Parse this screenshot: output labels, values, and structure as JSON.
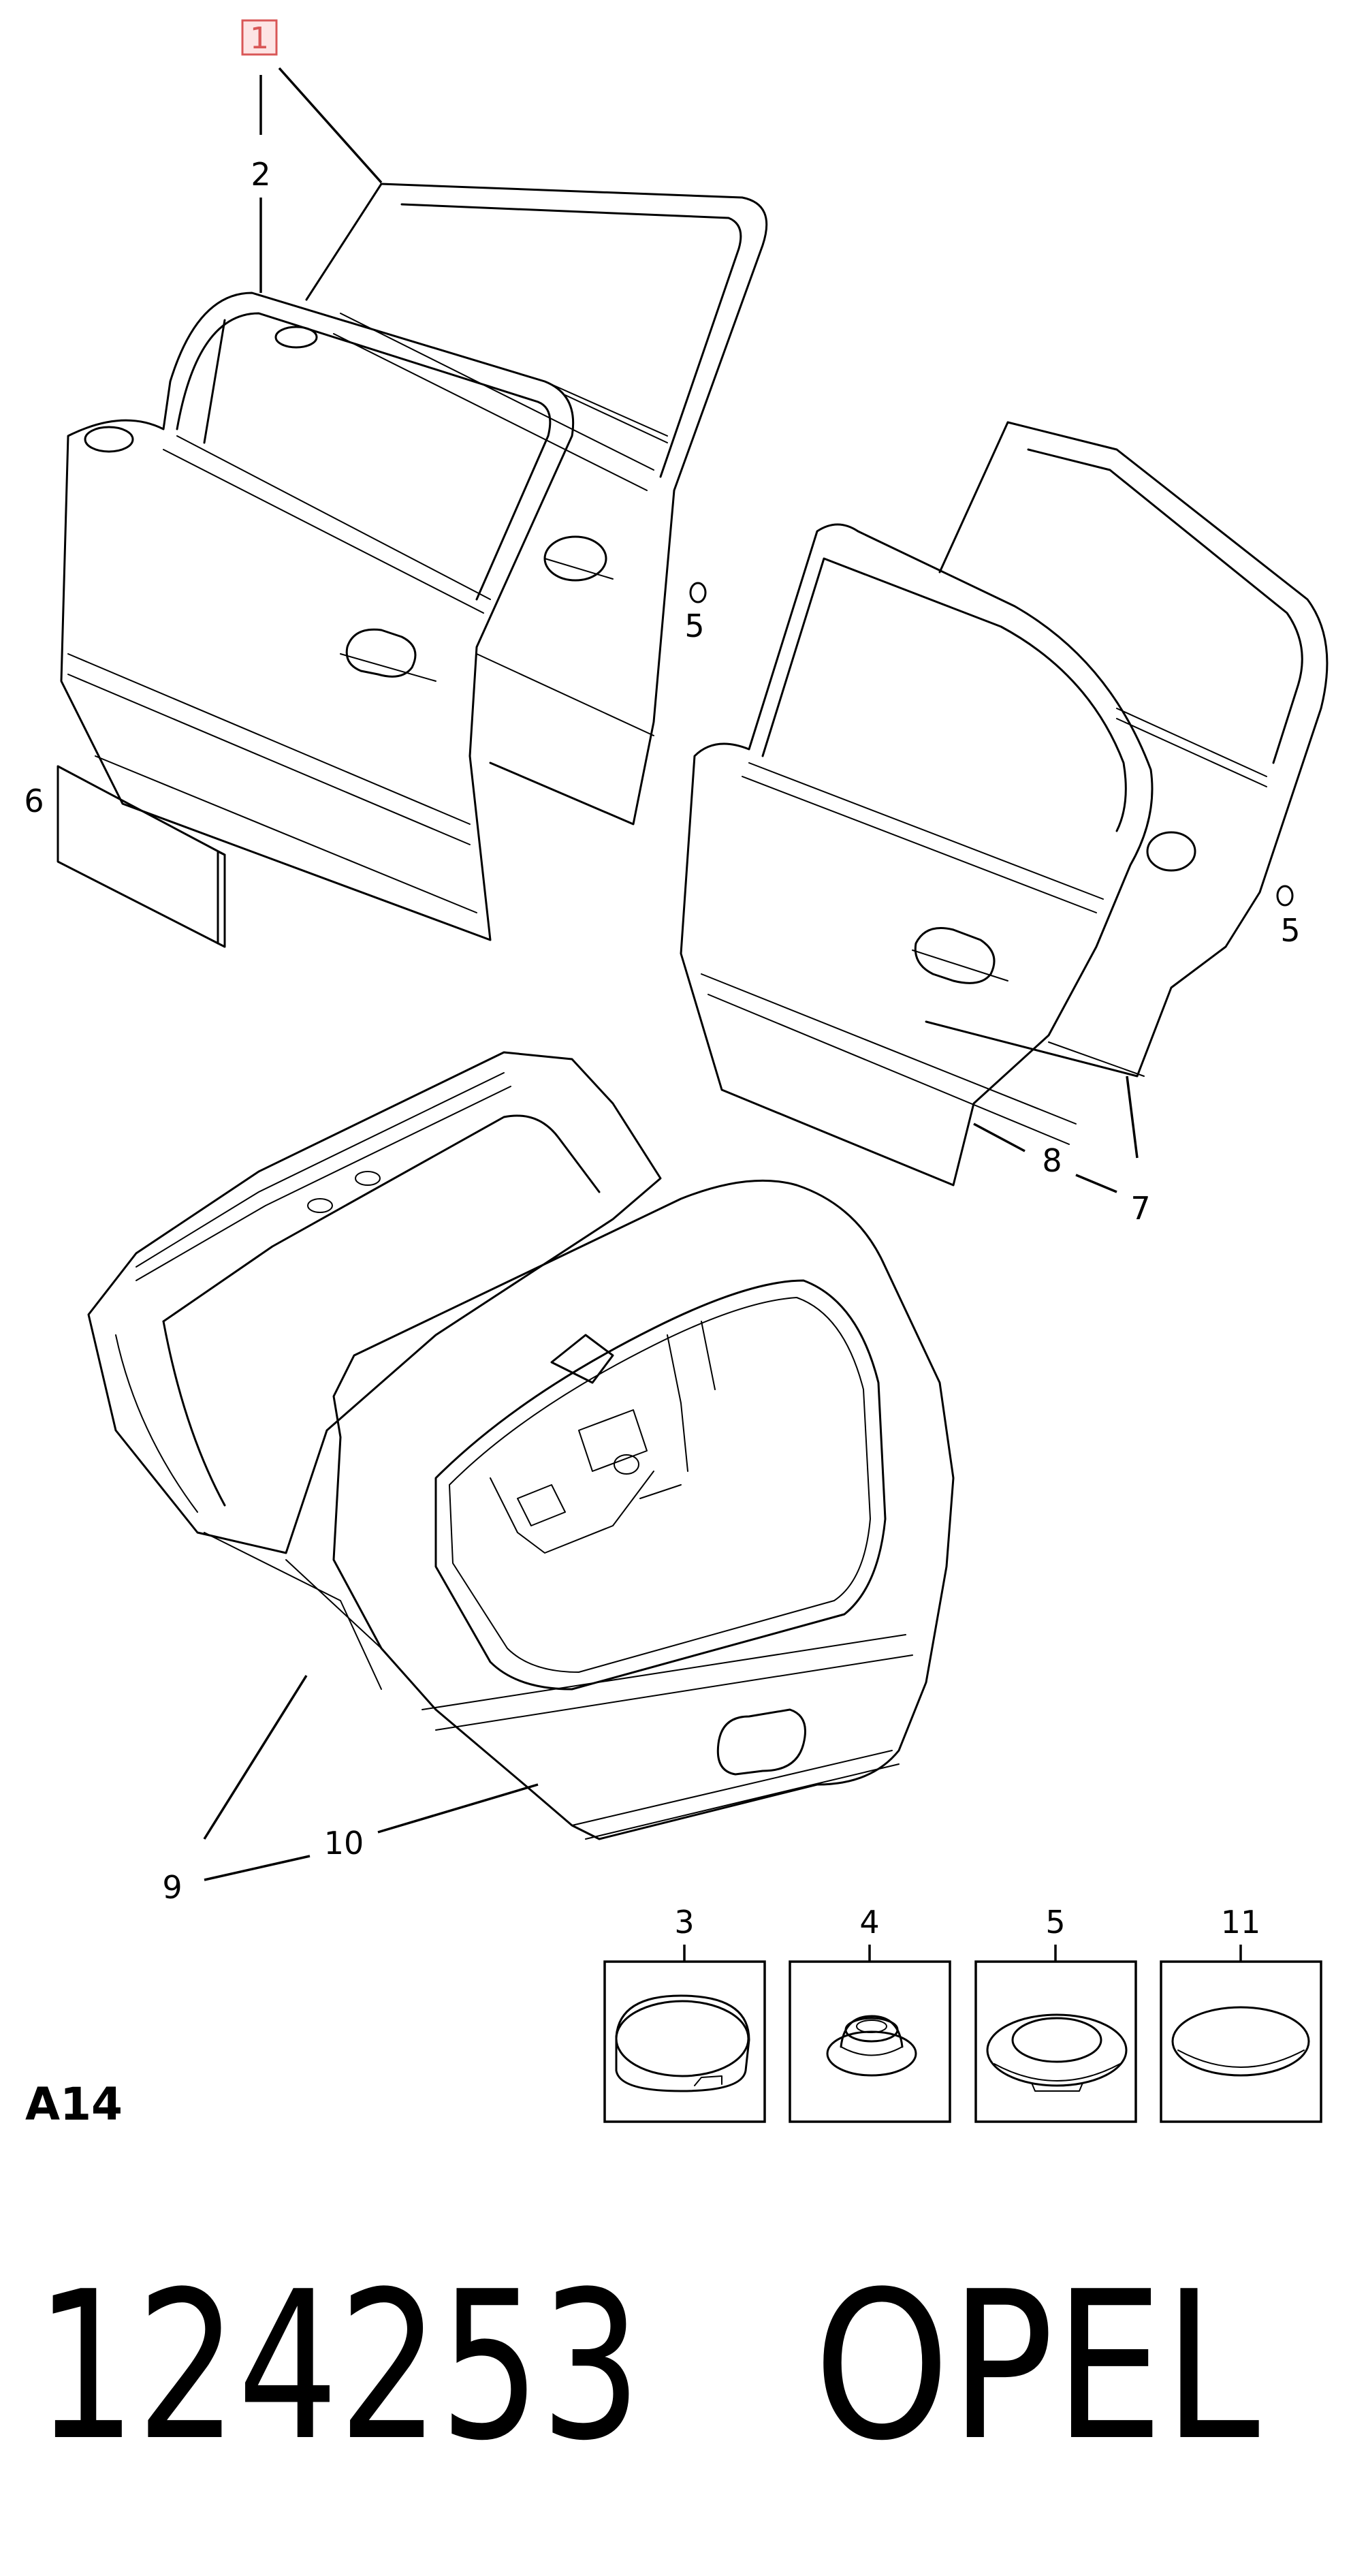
{
  "callouts": {
    "c1": "1",
    "c2": "2",
    "c5a": "5",
    "c5b": "5",
    "c6": "6",
    "c7": "7",
    "c8": "8",
    "c9": "9",
    "c10": "10"
  },
  "insets": [
    {
      "label": "3"
    },
    {
      "label": "4"
    },
    {
      "label": "5"
    },
    {
      "label": "11"
    }
  ],
  "page_code": "A14",
  "footer": {
    "part_number": "124253",
    "brand": "OPEL"
  },
  "colors": {
    "line": "#000000",
    "highlight_fill": "#fde4e4",
    "highlight_stroke": "#d95757"
  }
}
